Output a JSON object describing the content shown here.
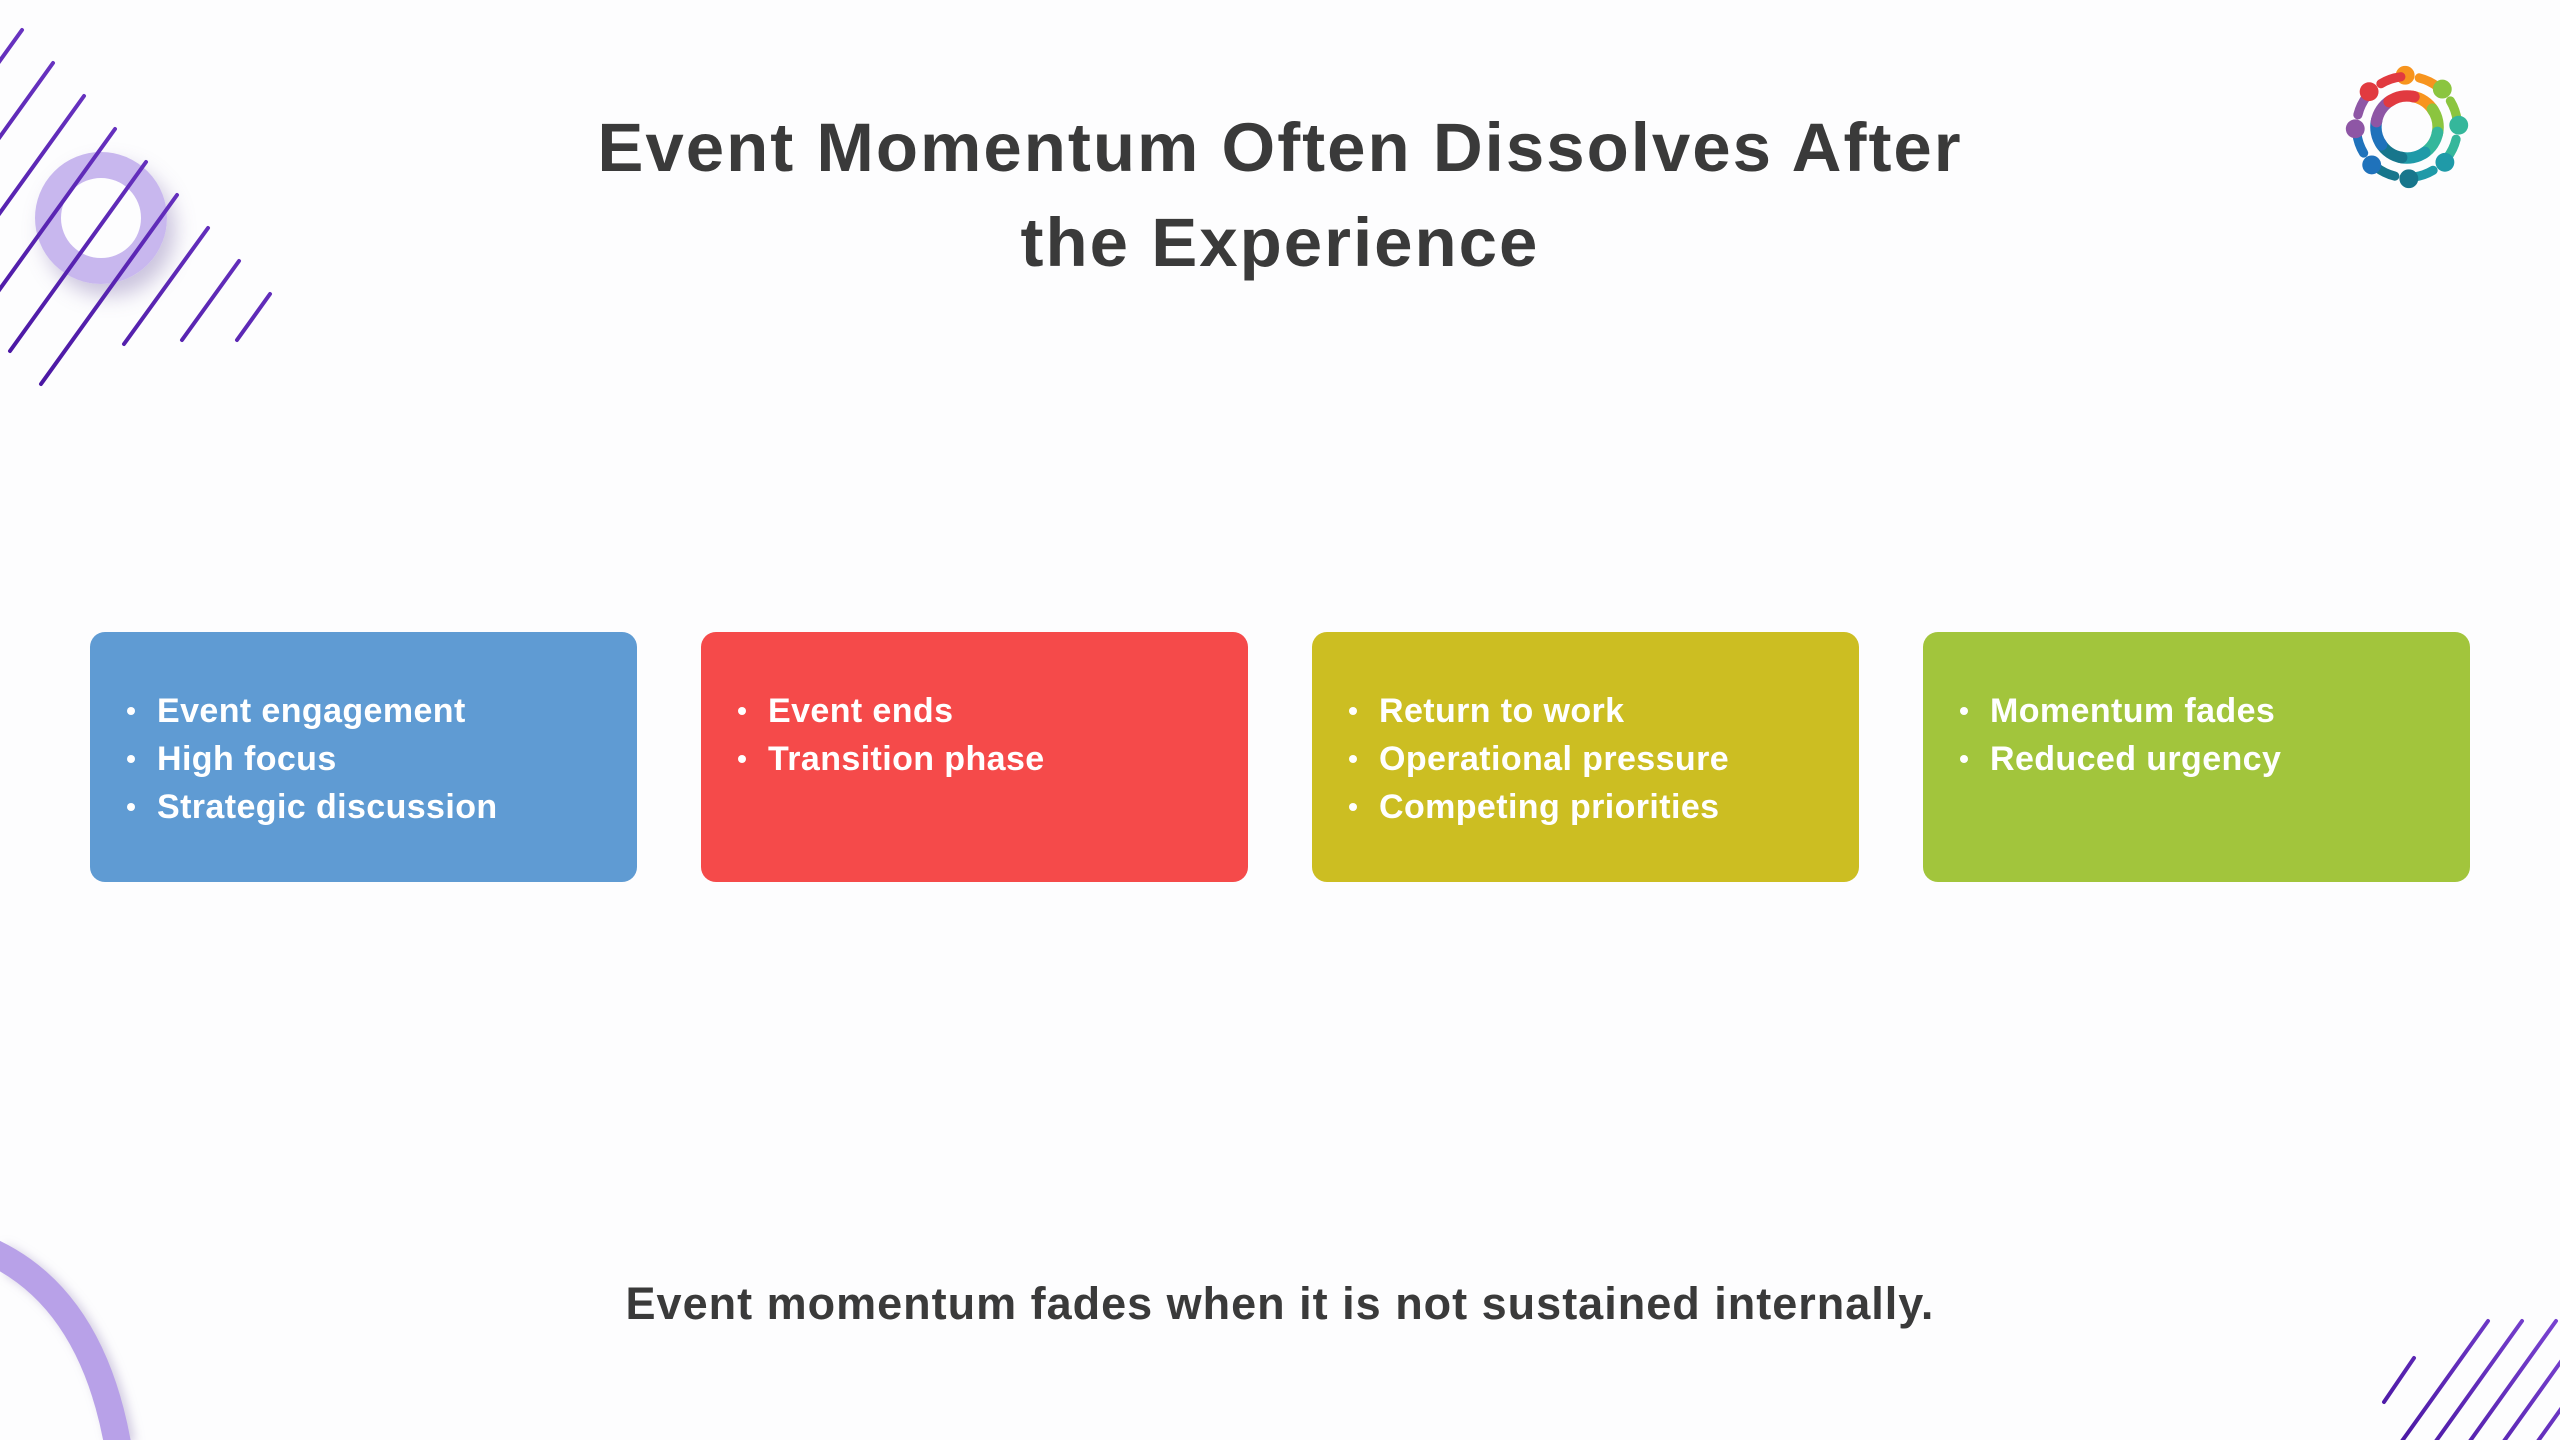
{
  "slide": {
    "background": "#fdfdfe",
    "title": {
      "full": "Event Momentum Often Dissolves After the Experience",
      "lines": [
        "Event Momentum Often Dissolves After",
        "the Experience"
      ],
      "color": "#3a3a3a"
    },
    "stages": [
      {
        "name": "event-engagement",
        "color": "#5f9bd3",
        "items": [
          "Event engagement",
          "High focus",
          "Strategic discussion"
        ]
      },
      {
        "name": "event-end",
        "color": "#f54a4a",
        "items": [
          "Event ends",
          "Transition phase"
        ]
      },
      {
        "name": "return-to-work",
        "color": "#ccbe22",
        "items": [
          "Return to work",
          "Operational pressure",
          "Competing priorities"
        ]
      },
      {
        "name": "momentum-fade",
        "color": "#a2c53c",
        "items": [
          "Momentum fades",
          "Reduced urgency"
        ]
      }
    ],
    "conclusion": {
      "text": "Event momentum fades when it is not sustained internally.",
      "color": "#3a3a3a"
    },
    "logo": {
      "name": "people-circle-logo",
      "colors": [
        "#f7941e",
        "#8bc53f",
        "#35b79b",
        "#1f9aa8",
        "#17768c",
        "#1f72bb",
        "#8e56a5",
        "#e13a40"
      ]
    },
    "decor": {
      "hatch_dark": "#45129e",
      "hatch_light": "#7e48d6",
      "ring": "#c8b7ee",
      "arc": "#b8a1e8"
    }
  }
}
